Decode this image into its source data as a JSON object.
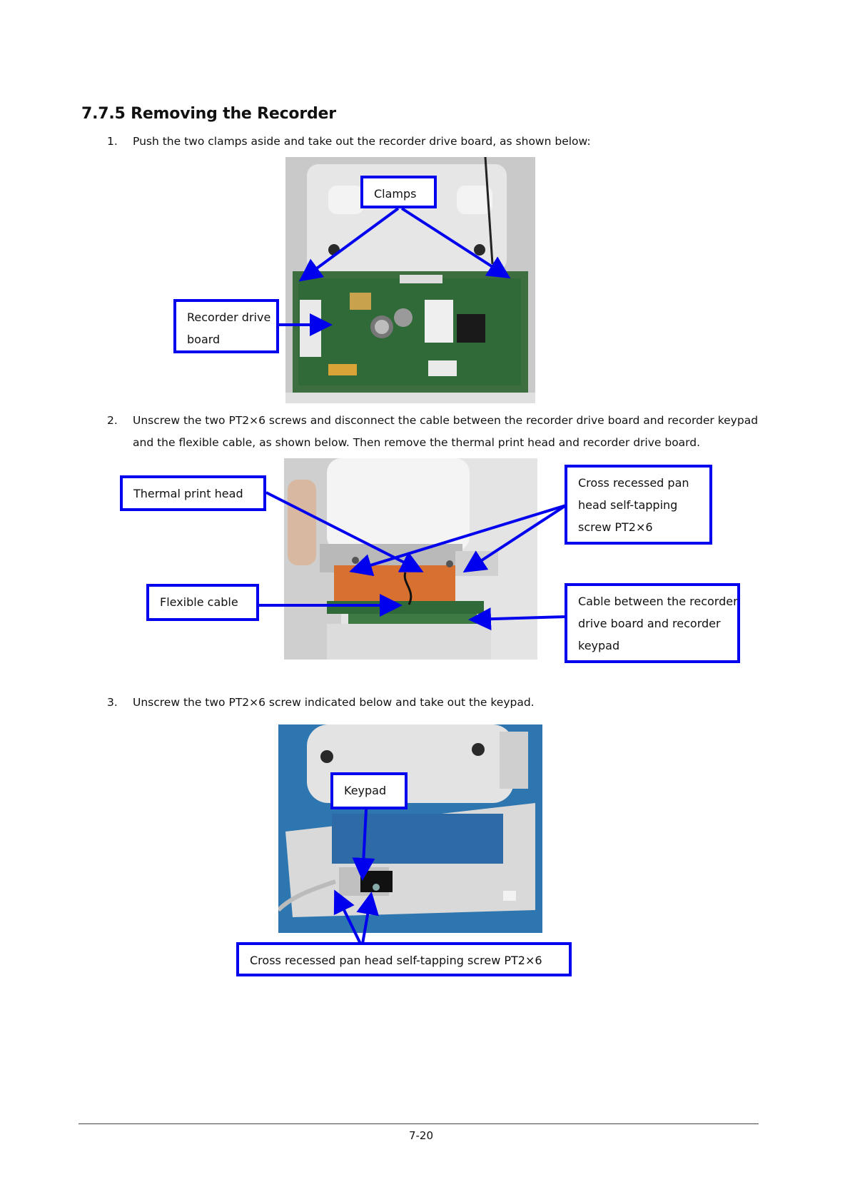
{
  "section_title": "7.7.5 Removing the Recorder",
  "steps": [
    {
      "number": "1.",
      "lines": [
        "Push the two clamps aside and take out the recorder drive board, as shown below:"
      ]
    },
    {
      "number": "2.",
      "lines": [
        "Unscrew the two PT2×6 screws and disconnect the cable between the recorder drive board and recorder keypad",
        "and the flexible cable, as shown below. Then remove the thermal print head and recorder drive board."
      ]
    },
    {
      "number": "3.",
      "lines": [
        "Unscrew the two PT2×6 screw indicated below and take out the keypad."
      ]
    }
  ],
  "figure1": {
    "callouts": {
      "clamps": [
        "Clamps"
      ],
      "drive_board": [
        "Recorder drive",
        "board"
      ]
    }
  },
  "figure2": {
    "callouts": {
      "thermal_head": [
        "Thermal print head"
      ],
      "screw": [
        "Cross recessed pan",
        "head self-tapping",
        "screw PT2×6"
      ],
      "flex_cable": [
        "Flexible cable"
      ],
      "cable_between": [
        "Cable between the recorder",
        "drive board and recorder",
        "keypad"
      ]
    }
  },
  "figure3": {
    "callouts": {
      "keypad": [
        "Keypad"
      ],
      "screw": [
        "Cross recessed pan head self-tapping screw PT2×6"
      ]
    }
  },
  "footer": {
    "page_number": "7-20"
  },
  "colors": {
    "callout_border": "#0000ee",
    "arrow": "#0000ee"
  }
}
